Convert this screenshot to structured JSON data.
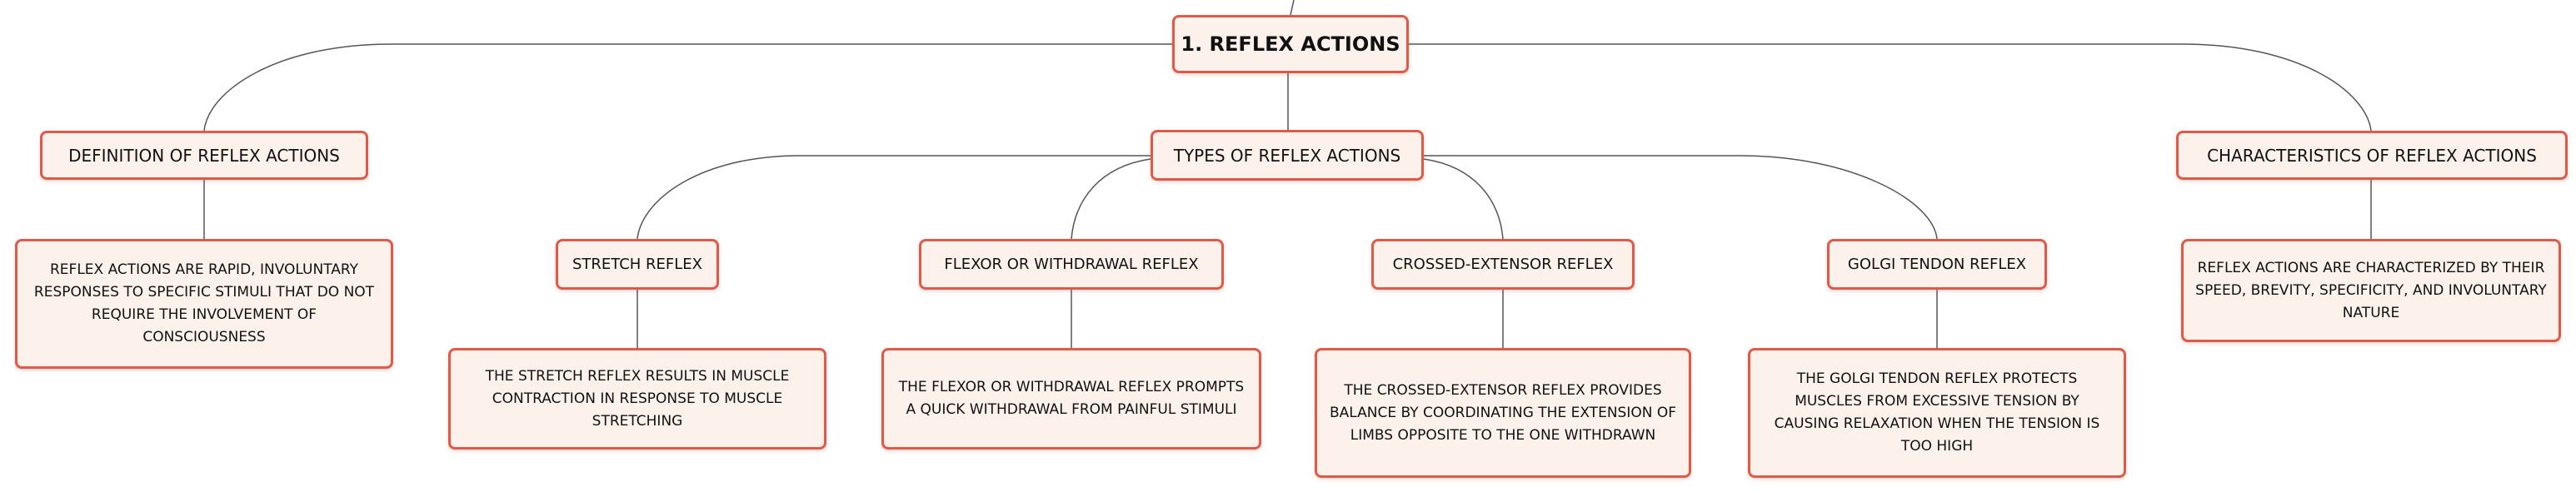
{
  "root": {
    "label": "1. REFLEX ACTIONS"
  },
  "branches": {
    "definition": {
      "label": "DEFINITION OF REFLEX ACTIONS",
      "detail": "REFLEX ACTIONS ARE RAPID, INVOLUNTARY RESPONSES TO SPECIFIC STIMULI THAT DO NOT REQUIRE THE INVOLVEMENT OF CONSCIOUSNESS"
    },
    "types": {
      "label": "TYPES OF REFLEX ACTIONS",
      "children": [
        {
          "label": "STRETCH REFLEX",
          "detail": "THE STRETCH REFLEX RESULTS IN MUSCLE CONTRACTION IN RESPONSE TO MUSCLE STRETCHING"
        },
        {
          "label": "FLEXOR OR WITHDRAWAL REFLEX",
          "detail": "THE FLEXOR OR WITHDRAWAL REFLEX PROMPTS A QUICK WITHDRAWAL FROM PAINFUL STIMULI"
        },
        {
          "label": "CROSSED-EXTENSOR REFLEX",
          "detail": "THE CROSSED-EXTENSOR REFLEX PROVIDES BALANCE BY COORDINATING THE EXTENSION OF LIMBS OPPOSITE TO THE ONE WITHDRAWN"
        },
        {
          "label": "GOLGI TENDON REFLEX",
          "detail": "THE GOLGI TENDON REFLEX PROTECTS MUSCLES FROM EXCESSIVE TENSION BY CAUSING RELAXATION WHEN THE TENSION IS TOO HIGH"
        }
      ]
    },
    "characteristics": {
      "label": "CHARACTERISTICS OF REFLEX ACTIONS",
      "detail": "REFLEX ACTIONS ARE CHARACTERIZED BY THEIR SPEED, BREVITY, SPECIFICITY, AND INVOLUNTARY NATURE"
    }
  },
  "colors": {
    "node_border": "#e05a4a",
    "node_fill": "#fdf1ec",
    "connector": "#555555",
    "text": "#111111"
  }
}
